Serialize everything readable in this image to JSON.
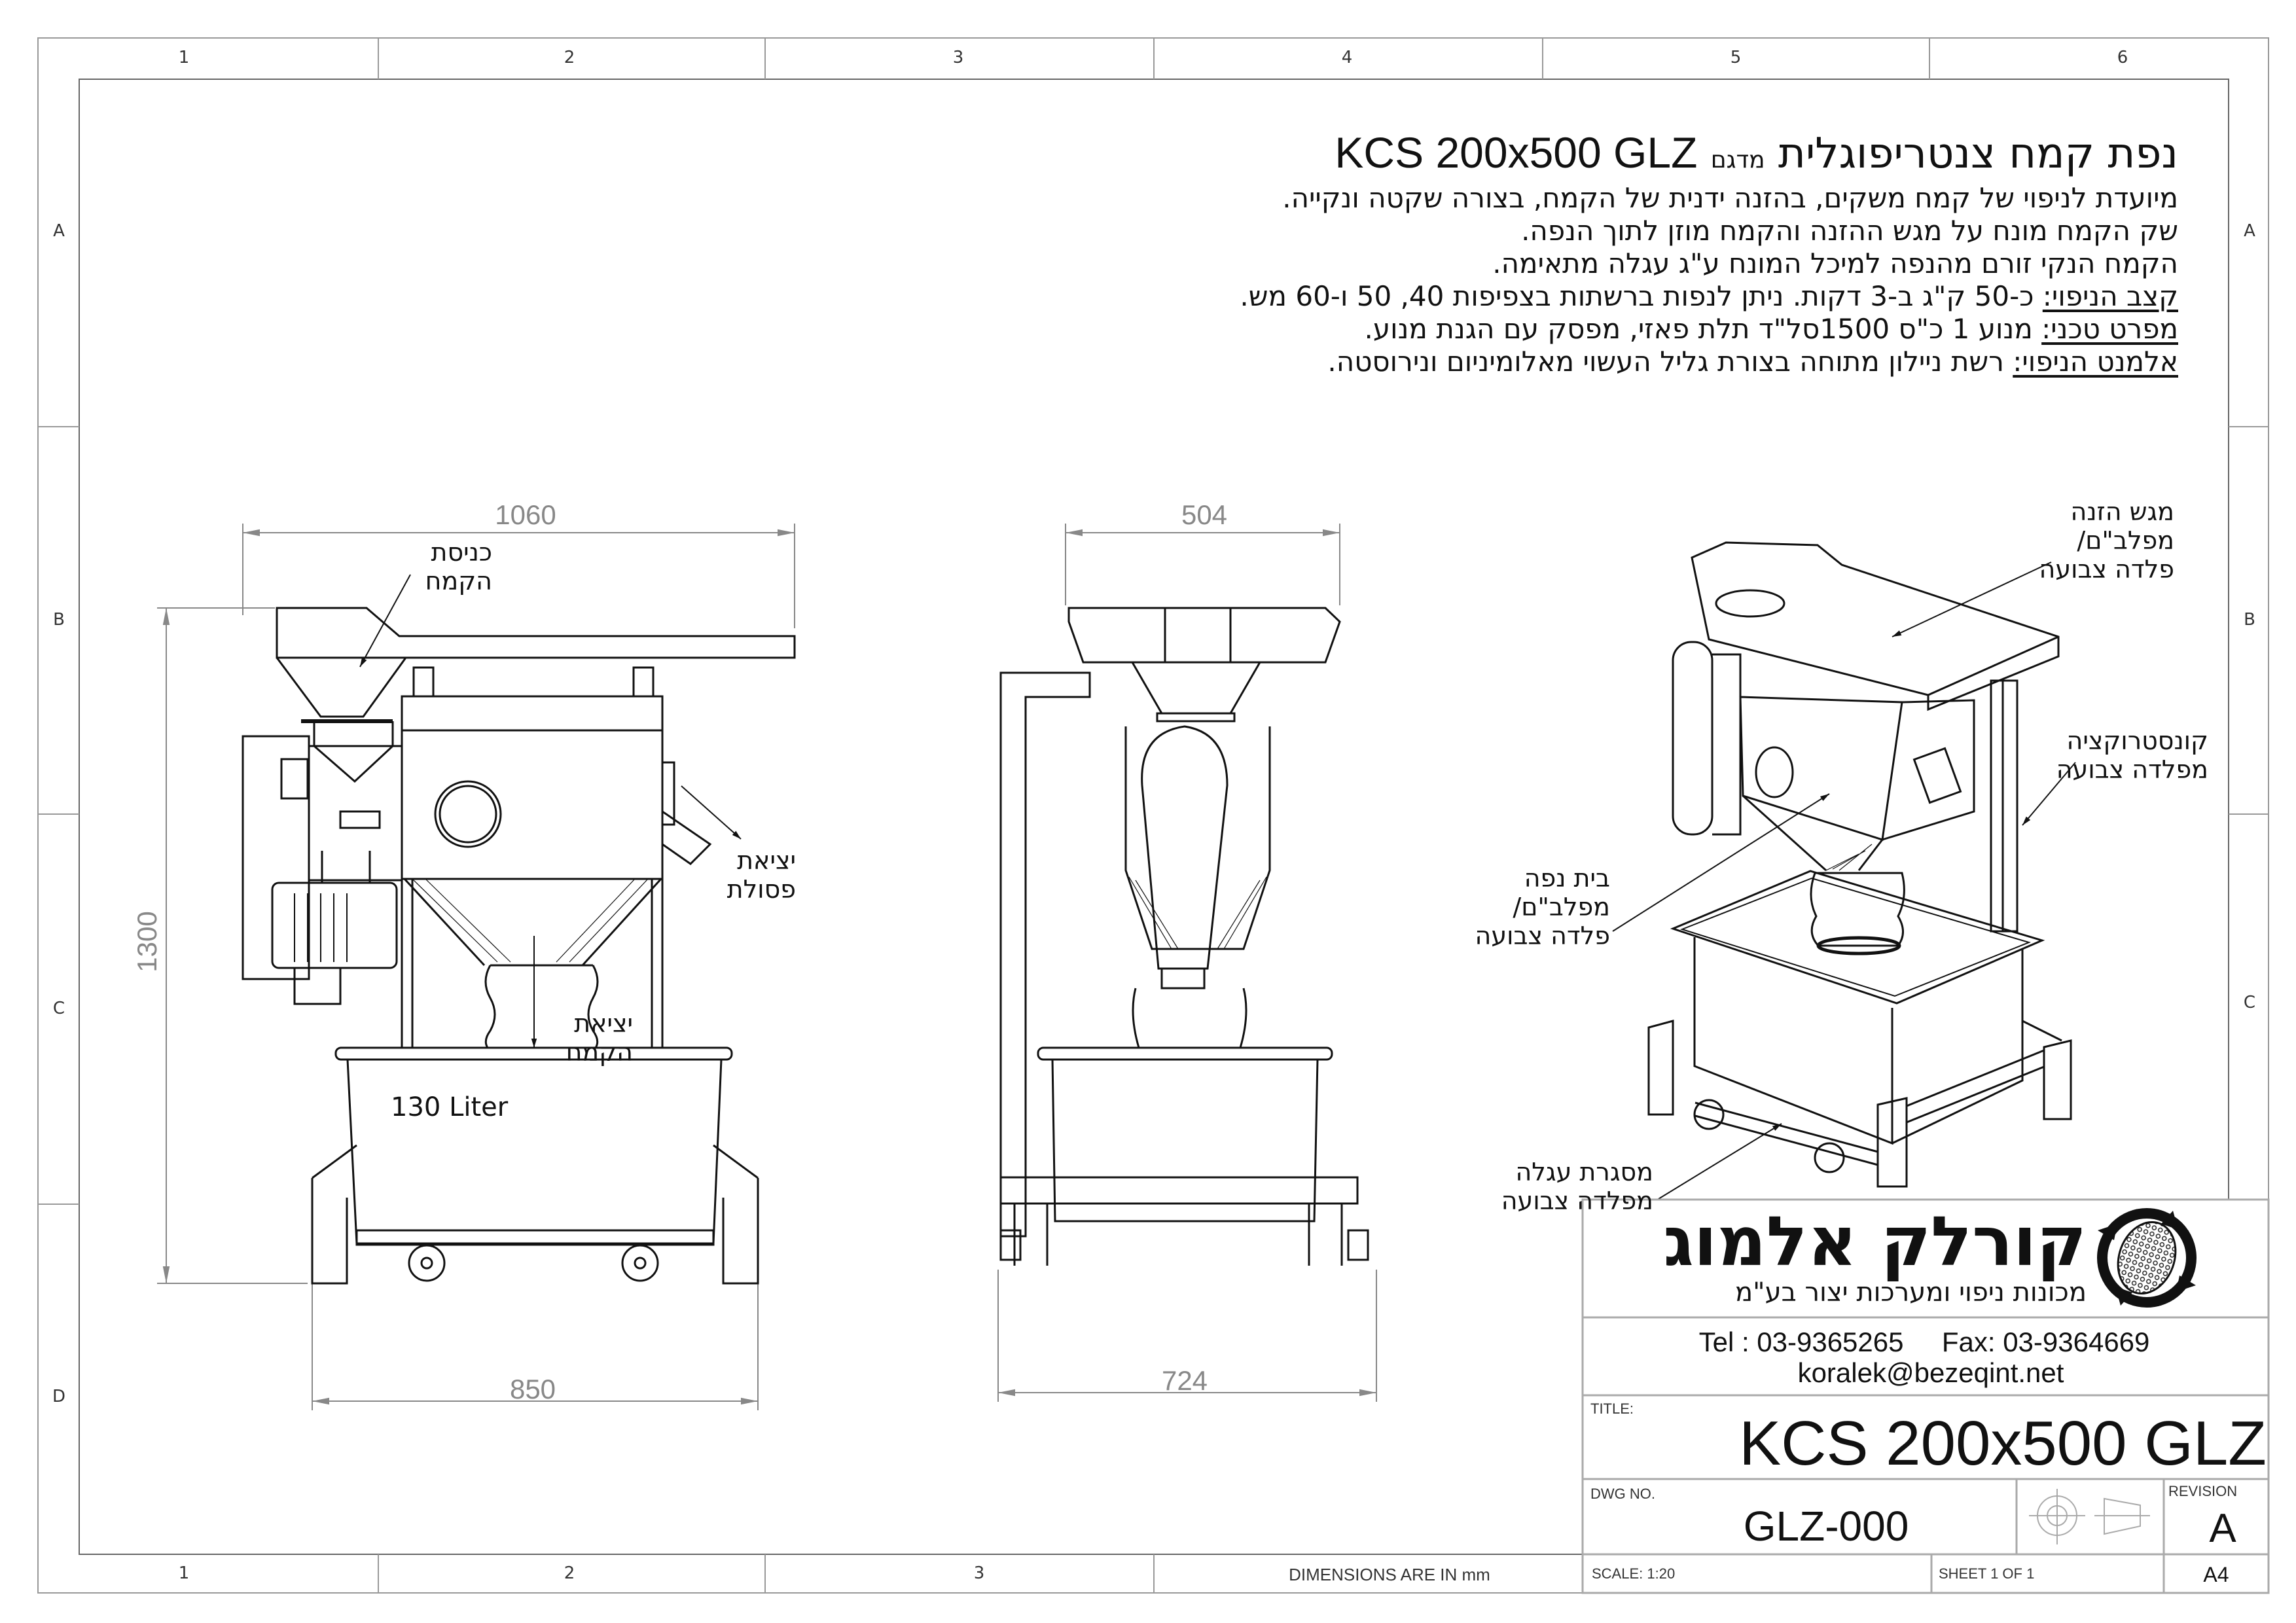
{
  "sheet": {
    "top_columns": [
      "1",
      "2",
      "3",
      "4",
      "5",
      "6"
    ],
    "bottom_columns": [
      "1",
      "2",
      "3"
    ],
    "left_rows": [
      "A",
      "B",
      "C",
      "D"
    ],
    "right_rows": [
      "A",
      "B",
      "C"
    ],
    "dimensions_note": "DIMENSIONS ARE IN mm"
  },
  "header": {
    "title_he": "נפת קמח צנטריפוגלית",
    "model_word": "מדגם",
    "model": "KCS 200x500 GLZ",
    "lines": [
      "מיועדת לניפוי של קמח משקים, בהזנה ידנית של הקמח, בצורה שקטה ונקייה.",
      "שק הקמח מונח על מגש ההזנה והקמח מוזן לתוך הנפה.",
      "הקמח הנקי זורם מהנפה למיכל המונח ע\"ג עגלה מתאימה."
    ],
    "specs": [
      {
        "label": "קצב הניפוי:",
        "text": " כ-50 ק\"ג ב-3 דקות. ניתן לנפות ברשתות בצפיפות 40, 50 ו-60 מש."
      },
      {
        "label": "מפרט טכני:",
        "text": " מנוע 1 כ\"ס 1500סל\"ד תלת פאזי, מפסק עם הגנת מנוע."
      },
      {
        "label": "אלמנט הניפוי:",
        "text": " רשת ניילון מתוחה בצורת גליל העשוי מאלומיניום ונירוסטה."
      }
    ]
  },
  "views": {
    "front": {
      "dim_width": "1060",
      "dim_height": "1300",
      "dim_base": "850",
      "label_inlet": [
        "כניסת",
        "הקמח"
      ],
      "label_waste": [
        "יציאת",
        "פסולת"
      ],
      "label_outlet": [
        "יציאת",
        "הקמח"
      ],
      "bin_volume": "130 Liter"
    },
    "side": {
      "dim_width": "504",
      "dim_base": "724"
    },
    "iso": {
      "label_tray": [
        "מגש הזנה",
        "מפלב\"ם/",
        "פלדה צבועה"
      ],
      "label_structure": [
        "קונסטרוקציה",
        "מפלדה צבועה"
      ],
      "label_housing": [
        "בית נפה",
        "מפלב\"ם/",
        "פלדה צבועה"
      ],
      "label_cart": [
        "מסגרת עגלה",
        "מפלדה צבועה"
      ]
    }
  },
  "title_block": {
    "company_name": "קורלק אלמוג",
    "company_tagline": "מכונות ניפוי ומערכות יצור בע\"מ",
    "contact_phones": "Tel : 03-9365265     Fax: 03-9364669",
    "contact_email": "koralek@bezeqint.net",
    "title_label": "TITLE:",
    "title": "KCS 200x500 GLZ",
    "dwg_no_label": "DWG NO.",
    "dwg_no": "GLZ-000",
    "revision_label": "REVISION",
    "revision": "A",
    "scale": "SCALE:  1:20",
    "sheet": "SHEET 1 OF 1",
    "size": "A4"
  }
}
